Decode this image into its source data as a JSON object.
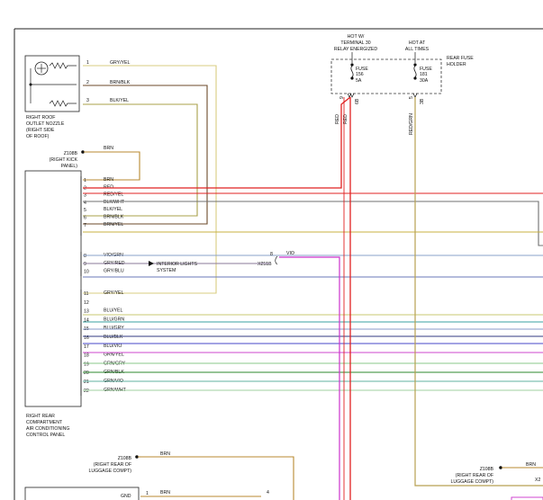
{
  "colors": {
    "background": "#ffffff",
    "frame": "#222222",
    "red": "#e02020",
    "gry_yel": "#d9cc80",
    "brn_blk": "#6b4a2a",
    "blk_yel": "#a8a04a",
    "brn": "#b88a30",
    "blk_wht": "#707070",
    "brn_yel": "#c8b040",
    "vio_grn": "#8aa0c8",
    "vio": "#cc33cc",
    "gry_blu": "#6a7ab8",
    "blu_yel": "#c8c870",
    "blu_grn": "#3aa0a0",
    "blu_gry": "#8a9ac8",
    "blu_blk": "#303a80",
    "blu_vio": "#4444c8",
    "grn_yel": "#cc44cc",
    "grn_gry": "#88c888",
    "grn_blk": "#2e8a2e",
    "grn_vio": "#60b0a0",
    "grn_wht": "#a0d0a0",
    "red_grn": "#b8a050",
    "orange": "#e08a20"
  },
  "top_labels": {
    "hot_relay": [
      "HOT W/",
      "TERMINAL 30",
      "RELAY ENERGIZED"
    ],
    "hot_always": [
      "HOT AT",
      "ALL TIMES"
    ],
    "rear_fuse_holder": [
      "REAR FUSE",
      "HOLDER"
    ]
  },
  "fuses": [
    {
      "name": "FUSE",
      "number": "156",
      "rating": "5A"
    },
    {
      "name": "FUSE",
      "number": "181",
      "rating": "30A"
    }
  ],
  "fuse_pins": [
    {
      "pin": "9",
      "cavity": "6B"
    },
    {
      "pin": "5",
      "cavity": "3B"
    }
  ],
  "vertical_wire_labels": {
    "red_a": "RED",
    "red_b": "RED",
    "red_grn": "RED/GRN"
  },
  "nozzle": {
    "title": [
      "RIGHT ROOF",
      "OUTLET NOZZLE",
      "(RIGHT SIDE",
      "OF ROOF)"
    ],
    "pins": [
      {
        "pin": "1",
        "wire": "GRY/YEL"
      },
      {
        "pin": "2",
        "wire": "BRN/BLK"
      },
      {
        "pin": "3",
        "wire": "BLK/YEL"
      }
    ]
  },
  "ground_z108_kick": {
    "id": "Z108B",
    "location": [
      "(RIGHT KICK",
      "PANEL)"
    ],
    "wire": "BRN"
  },
  "control_panel": {
    "title": [
      "RIGHT REAR",
      "COMPARTMENT",
      "AIR CONDITIONING",
      "CONTROL PANEL"
    ],
    "group1": [
      {
        "pin": "1",
        "wire": "BRN"
      },
      {
        "pin": "2",
        "wire": "RED"
      },
      {
        "pin": "3",
        "wire": "RED/YEL"
      },
      {
        "pin": "4",
        "wire": "BLK/WHT"
      },
      {
        "pin": "5",
        "wire": "BLK/YEL"
      },
      {
        "pin": "6",
        "wire": "BRN/BLK"
      },
      {
        "pin": "7",
        "wire": "BRN/YEL"
      }
    ],
    "group2": [
      {
        "pin": "8",
        "wire": "VIO/GRN"
      },
      {
        "pin": "9",
        "wire": "GRY/RED"
      },
      {
        "pin": "10",
        "wire": "GRY/BLU"
      }
    ],
    "group3": [
      {
        "pin": "11",
        "wire": "GRY/YEL"
      },
      {
        "pin": "12",
        "wire": ""
      },
      {
        "pin": "13",
        "wire": "BLU/YEL"
      },
      {
        "pin": "14",
        "wire": "BLU/GRN"
      },
      {
        "pin": "15",
        "wire": "BLU/GRY"
      },
      {
        "pin": "16",
        "wire": "BLU/BLK"
      },
      {
        "pin": "17",
        "wire": "BLU/VIO"
      },
      {
        "pin": "18",
        "wire": "GRN/YEL"
      },
      {
        "pin": "19",
        "wire": "GRN/GRY"
      },
      {
        "pin": "20",
        "wire": "GRN/BLK"
      },
      {
        "pin": "21",
        "wire": "GRN/VIO"
      },
      {
        "pin": "22",
        "wire": "GRN/WHT"
      }
    ]
  },
  "interior_lights": [
    "INTERIOR LIGHTS",
    "SYSTEM"
  ],
  "connector_x251": {
    "id": "X251B",
    "pin": "8",
    "wire": "VIO"
  },
  "ground_z108_luggage": {
    "id": "Z108B",
    "location": [
      "(RIGHT REAR OF",
      "LUGGAGE COMPT)"
    ],
    "wire": "BRN"
  },
  "ground_z108_luggage2": {
    "id": "Z108B",
    "location": [
      "(RIGHT REAR OF",
      "LUGGAGE COMPT)"
    ],
    "wire": "BRN"
  },
  "bottom_module": {
    "gnd_label": "GND",
    "pin": "1",
    "wire": "BRN",
    "conn_pin": "4"
  },
  "bottom_right_connector": "X2"
}
